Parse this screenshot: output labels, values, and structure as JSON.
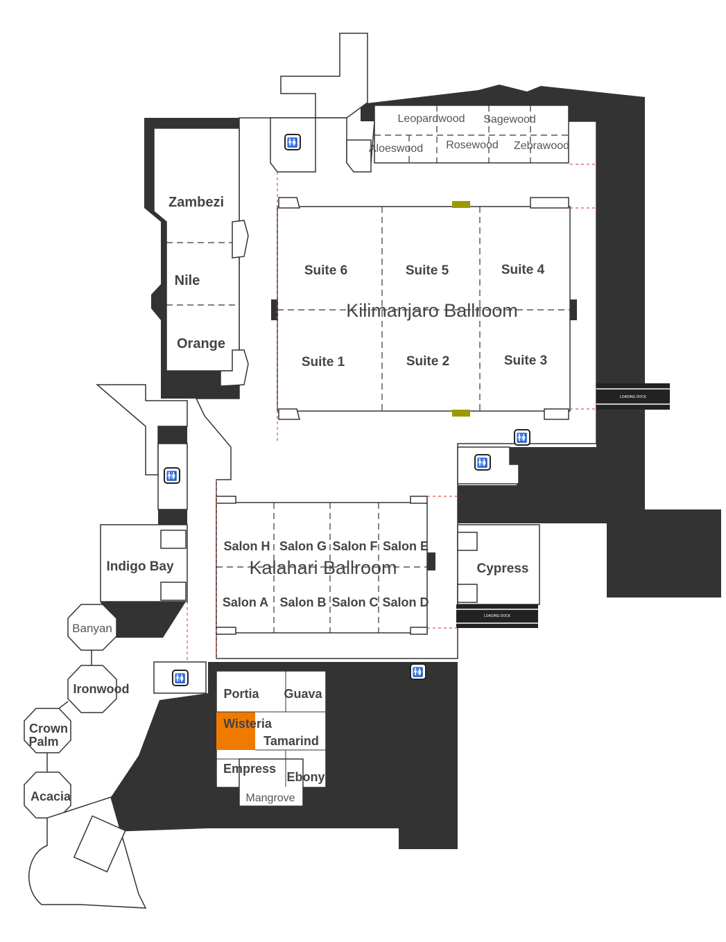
{
  "colors": {
    "wall": "#333333",
    "floor": "#ffffff",
    "highlight": "#f07a00",
    "divider": "#333333",
    "boundary": "#e05050"
  },
  "icons": [
    "restroom-icon"
  ],
  "highlighted_room": "Wisteria",
  "ballrooms": {
    "kilimanjaro": {
      "title": "Kilimanjaro Ballroom",
      "suites": [
        "Suite 6",
        "Suite 5",
        "Suite 4",
        "Suite 1",
        "Suite 2",
        "Suite 3"
      ]
    },
    "kalahari": {
      "title": "Kalahari Ballroom",
      "salons_top": [
        "Salon H",
        "Salon G",
        "Salon F",
        "Salon E"
      ],
      "salons_bottom": [
        "Salon A",
        "Salon B",
        "Salon C",
        "Salon D"
      ]
    }
  },
  "rooms": {
    "zambezi": "Zambezi",
    "nile": "Nile",
    "orange": "Orange",
    "leopardwood": "Leopardwood",
    "sagewood": "Sagewood",
    "aloeswood": "Aloeswood",
    "rosewood": "Rosewood",
    "zebrawood": "Zebrawood",
    "indigo_bay": "Indigo Bay",
    "cypress": "Cypress",
    "banyan": "Banyan",
    "ironwood": "Ironwood",
    "crown_palm_1": "Crown",
    "crown_palm_2": "Palm",
    "acacia": "Acacia",
    "portia": "Portia",
    "guava": "Guava",
    "wisteria": "Wisteria",
    "tamarind": "Tamarind",
    "empress": "Empress",
    "ebony": "Ebony",
    "mangrove": "Mangrove"
  },
  "loading_dock": "LOADING DOCK"
}
